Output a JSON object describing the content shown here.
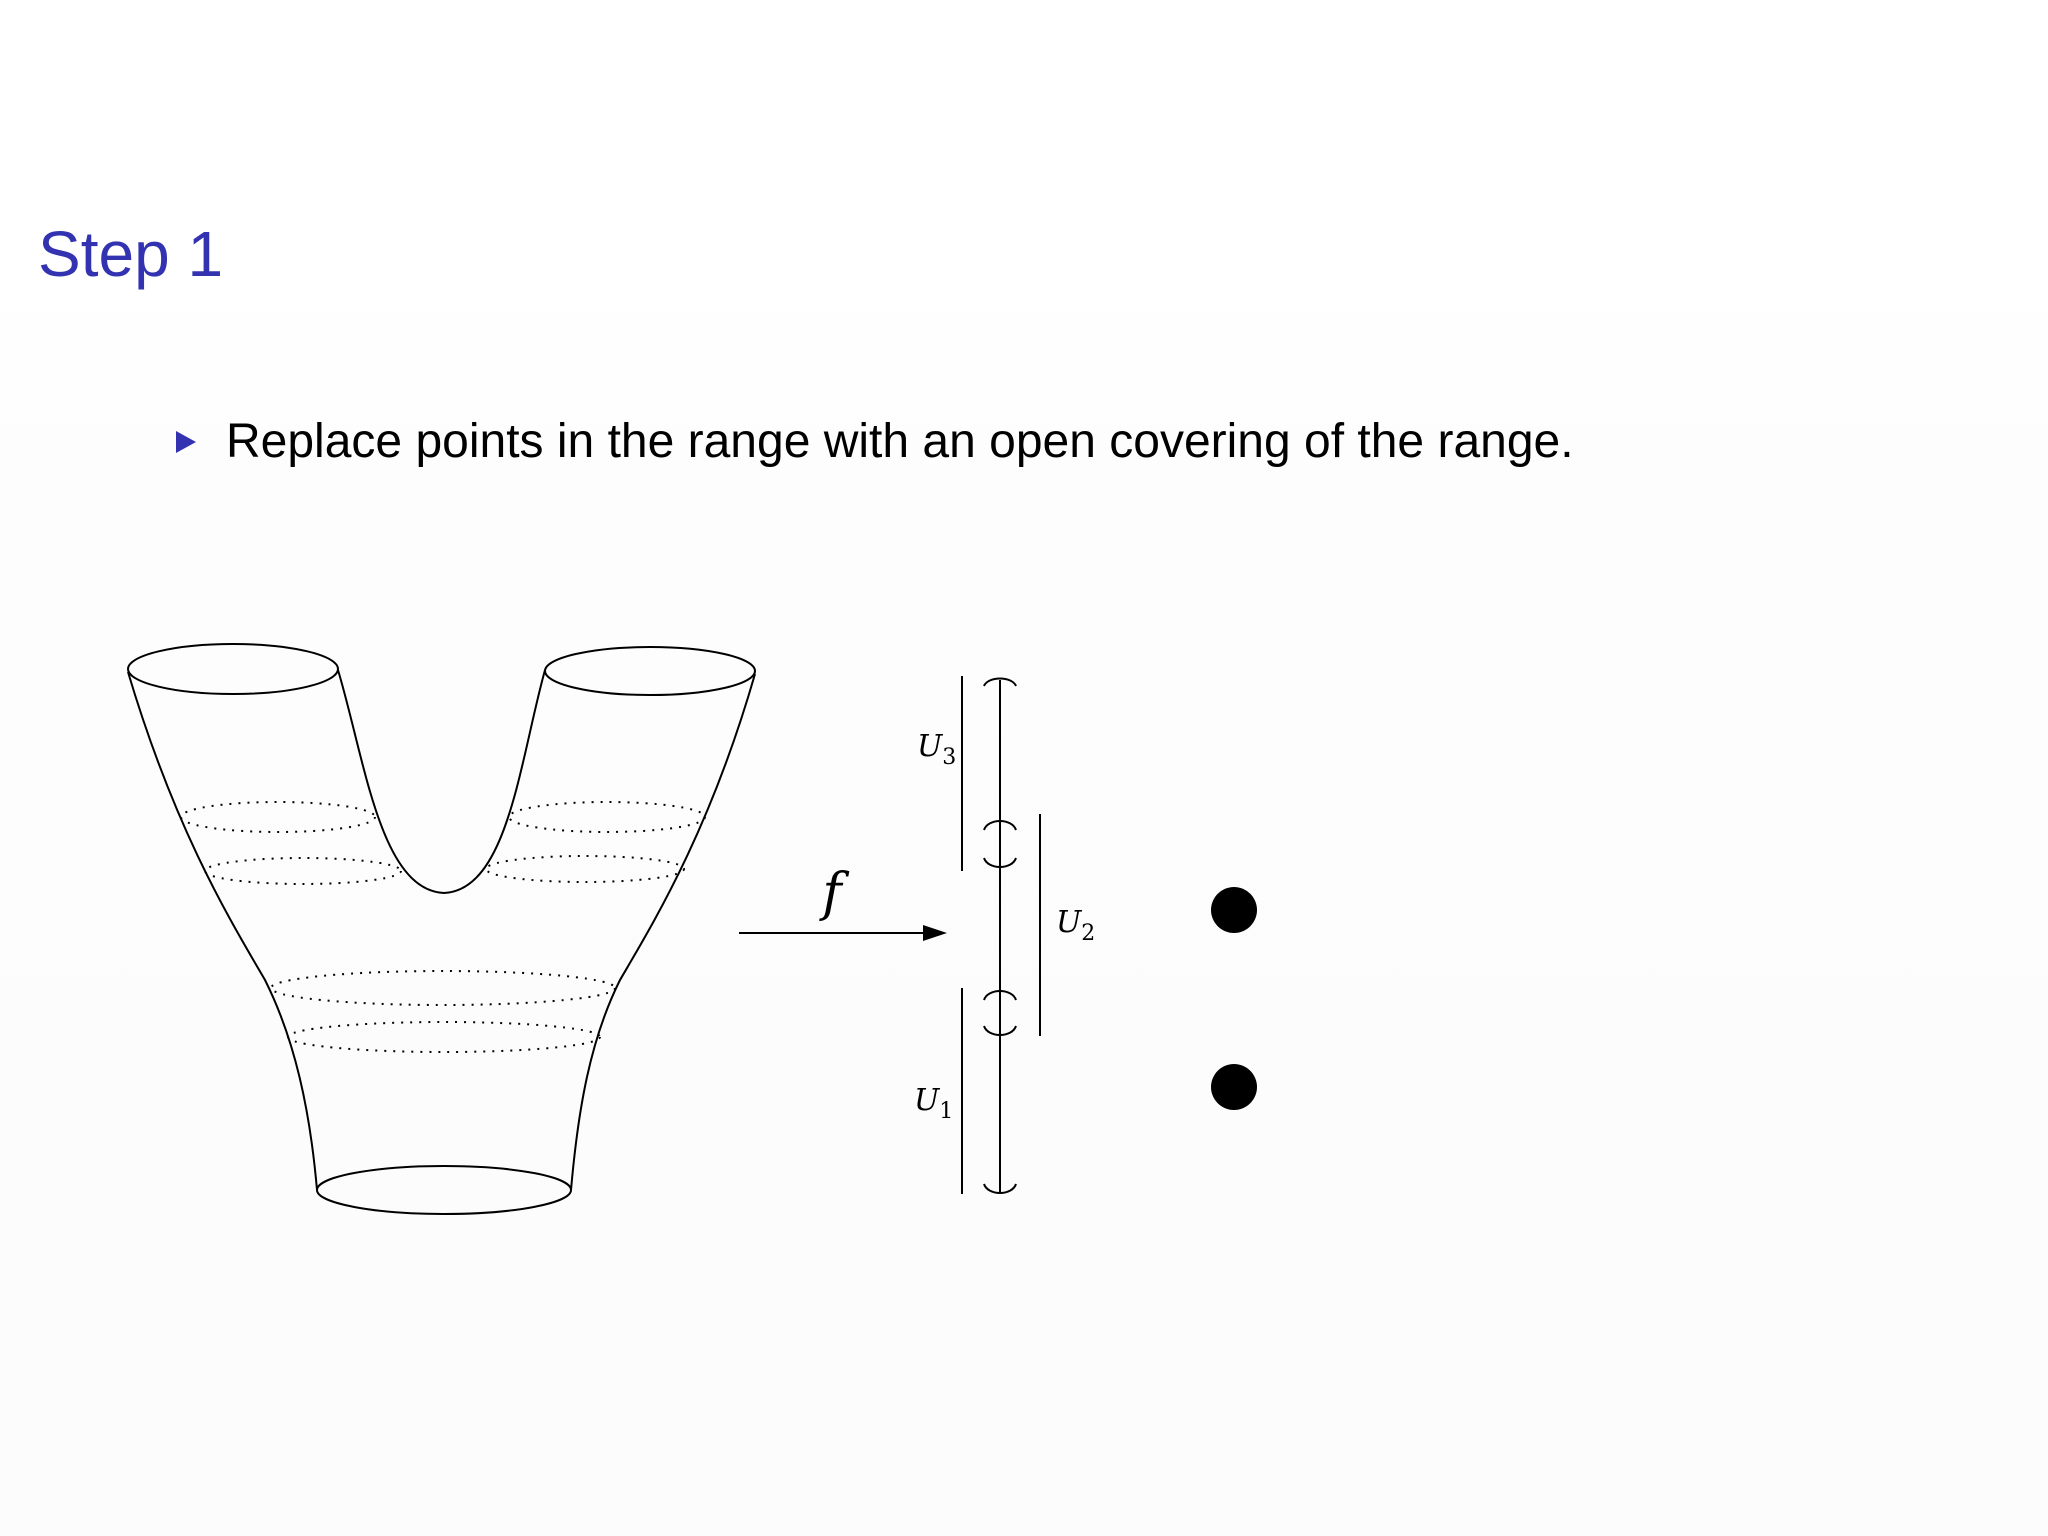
{
  "slide": {
    "title": "Step 1",
    "bullet_text": "Replace points in the range with an open covering of the range.",
    "accent_color": "#3333b2"
  },
  "diagram": {
    "map_label": "f",
    "cover_sets": [
      {
        "name": "U",
        "subscript": "3"
      },
      {
        "name": "U",
        "subscript": "2"
      },
      {
        "name": "U",
        "subscript": "1"
      }
    ],
    "point_count": 2
  }
}
